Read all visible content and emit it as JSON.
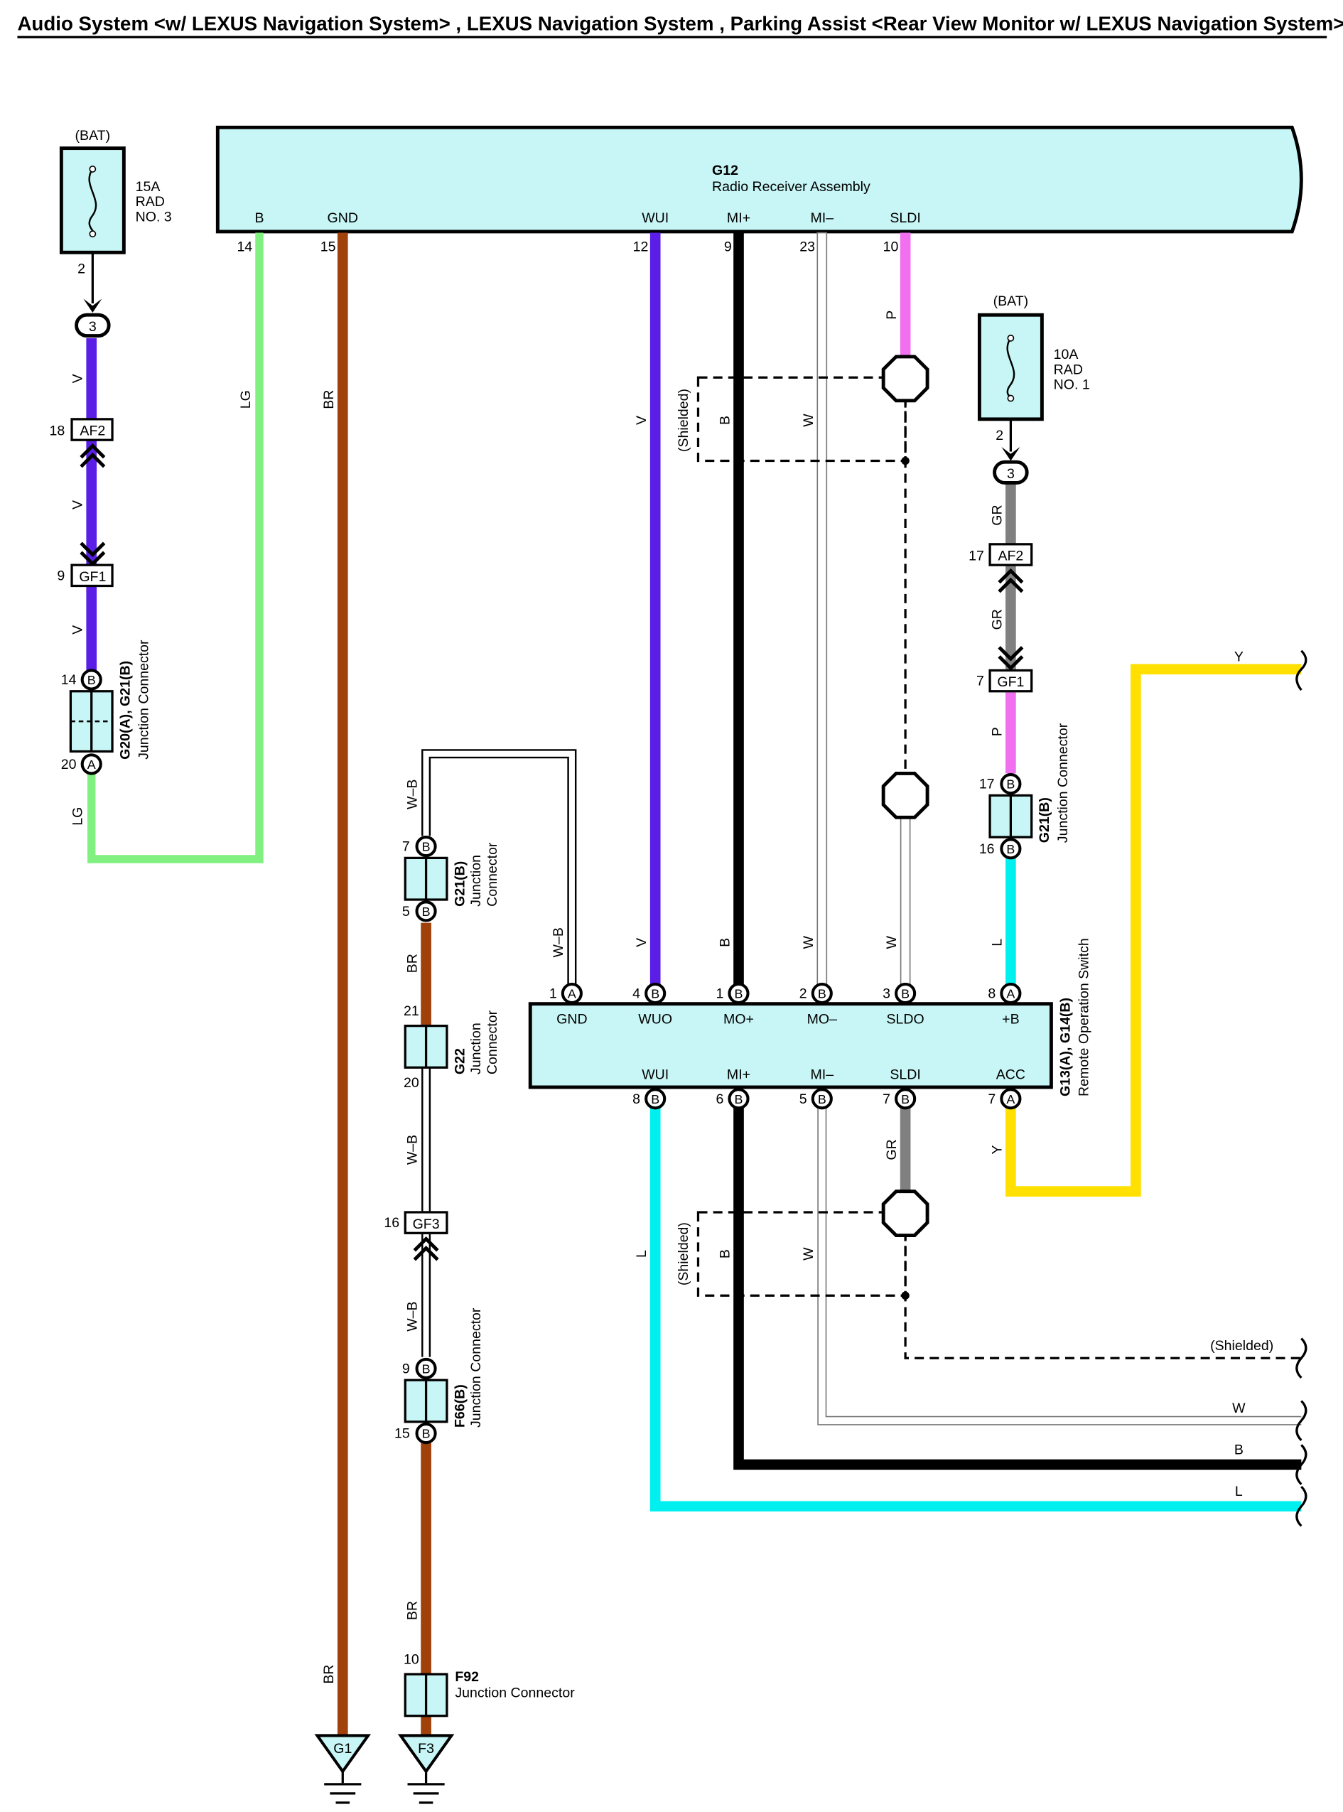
{
  "title": "Audio System <w/ LEXUS Navigation System> , LEXUS Navigation System , Parking Assist <Rear View Monitor w/ LEXUS Navigation System>",
  "colors": {
    "LG": "#80f080",
    "BR": "#a0400a",
    "V": "#5a1ee6",
    "B": "#000000",
    "W": "#ffffff",
    "P": "#f070f0",
    "GR": "#808080",
    "L": "#00f0f0",
    "Y": "#ffe000",
    "WB": "#ffffff",
    "component_fill": "#c8f5f5"
  },
  "fuse_left": {
    "supply": "(BAT)",
    "rating": "15A",
    "name_line1": "RAD",
    "name_line2": "NO. 3",
    "pin": "2"
  },
  "fuse_right": {
    "supply": "(BAT)",
    "rating": "10A",
    "name_line1": "RAD",
    "name_line2": "NO. 1",
    "pin": "2"
  },
  "g12": {
    "code": "G12",
    "name": "Radio Receiver Assembly",
    "terminals": [
      {
        "label": "B",
        "pin": "14"
      },
      {
        "label": "GND",
        "pin": "15"
      },
      {
        "label": "WUI",
        "pin": "12"
      },
      {
        "label": "MI+",
        "pin": "9"
      },
      {
        "label": "MI–",
        "pin": "23"
      },
      {
        "label": "SLDI",
        "pin": "10"
      }
    ]
  },
  "remote_switch": {
    "code": "G13(A), G14(B)",
    "name": "Remote Operation Switch",
    "top_terminals": [
      {
        "label": "GND",
        "pin": "1",
        "conn": "A"
      },
      {
        "label": "WUO",
        "pin": "4",
        "conn": "B"
      },
      {
        "label": "MO+",
        "pin": "1",
        "conn": "B"
      },
      {
        "label": "MO–",
        "pin": "2",
        "conn": "B"
      },
      {
        "label": "SLDO",
        "pin": "3",
        "conn": "B"
      },
      {
        "label": "+B",
        "pin": "8",
        "conn": "A"
      }
    ],
    "bottom_terminals": [
      {
        "label": "WUI",
        "pin": "8",
        "conn": "B"
      },
      {
        "label": "MI+",
        "pin": "6",
        "conn": "B"
      },
      {
        "label": "MI–",
        "pin": "5",
        "conn": "B"
      },
      {
        "label": "SLDI",
        "pin": "7",
        "conn": "B"
      },
      {
        "label": "ACC",
        "pin": "7",
        "conn": "A"
      }
    ]
  },
  "left_branch": {
    "fuse_conn_pin": "3",
    "af2": {
      "label": "AF2",
      "pin": "18"
    },
    "gf1": {
      "label": "GF1",
      "pin": "9"
    },
    "jc": {
      "code": "G20(A), G21(B)",
      "name": "Junction Connector",
      "pin_top": "14",
      "conn_top": "B",
      "pin_bottom": "20",
      "conn_bottom": "A"
    },
    "wire_v": "V",
    "wire_lg": "LG"
  },
  "right_branch": {
    "fuse_conn_pin": "3",
    "af2": {
      "label": "AF2",
      "pin": "17"
    },
    "gf1": {
      "label": "GF1",
      "pin": "7"
    },
    "jc": {
      "code": "G21(B)",
      "name": "Junction Connector",
      "pin_top": "17",
      "conn_top": "B",
      "pin_bottom": "16",
      "conn_bottom": "B"
    },
    "wire_gr": "GR",
    "wire_p": "P",
    "wire_l": "L"
  },
  "ground_branch": {
    "g21": {
      "code": "G21(B)",
      "name1": "Junction",
      "name2": "Connector",
      "pin_top": "7",
      "pin_bottom": "5",
      "conn": "B"
    },
    "g22": {
      "code": "G22",
      "name1": "Junction",
      "name2": "Connector",
      "pin_top": "21",
      "pin_bottom": "20"
    },
    "gf3": {
      "label": "GF3",
      "pin": "16"
    },
    "f66": {
      "code": "F66(B)",
      "name": "Junction Connector",
      "pin_top": "9",
      "pin_bottom": "15",
      "conn": "B"
    },
    "f92": {
      "code": "F92",
      "name": "Junction Connector",
      "pin": "10"
    },
    "wire_wb": "W–B",
    "wire_br": "BR"
  },
  "grounds": [
    {
      "label": "G1"
    },
    {
      "label": "F3"
    }
  ],
  "wire_labels": {
    "LG": "LG",
    "BR": "BR",
    "V": "V",
    "B": "B",
    "W": "W",
    "P": "P",
    "GR": "GR",
    "L": "L",
    "Y": "Y"
  },
  "shield_label": "(Shielded)",
  "outputs": [
    {
      "label": "Y"
    },
    {
      "label": "(Shielded)"
    },
    {
      "label": "W"
    },
    {
      "label": "B"
    },
    {
      "label": "L"
    }
  ]
}
